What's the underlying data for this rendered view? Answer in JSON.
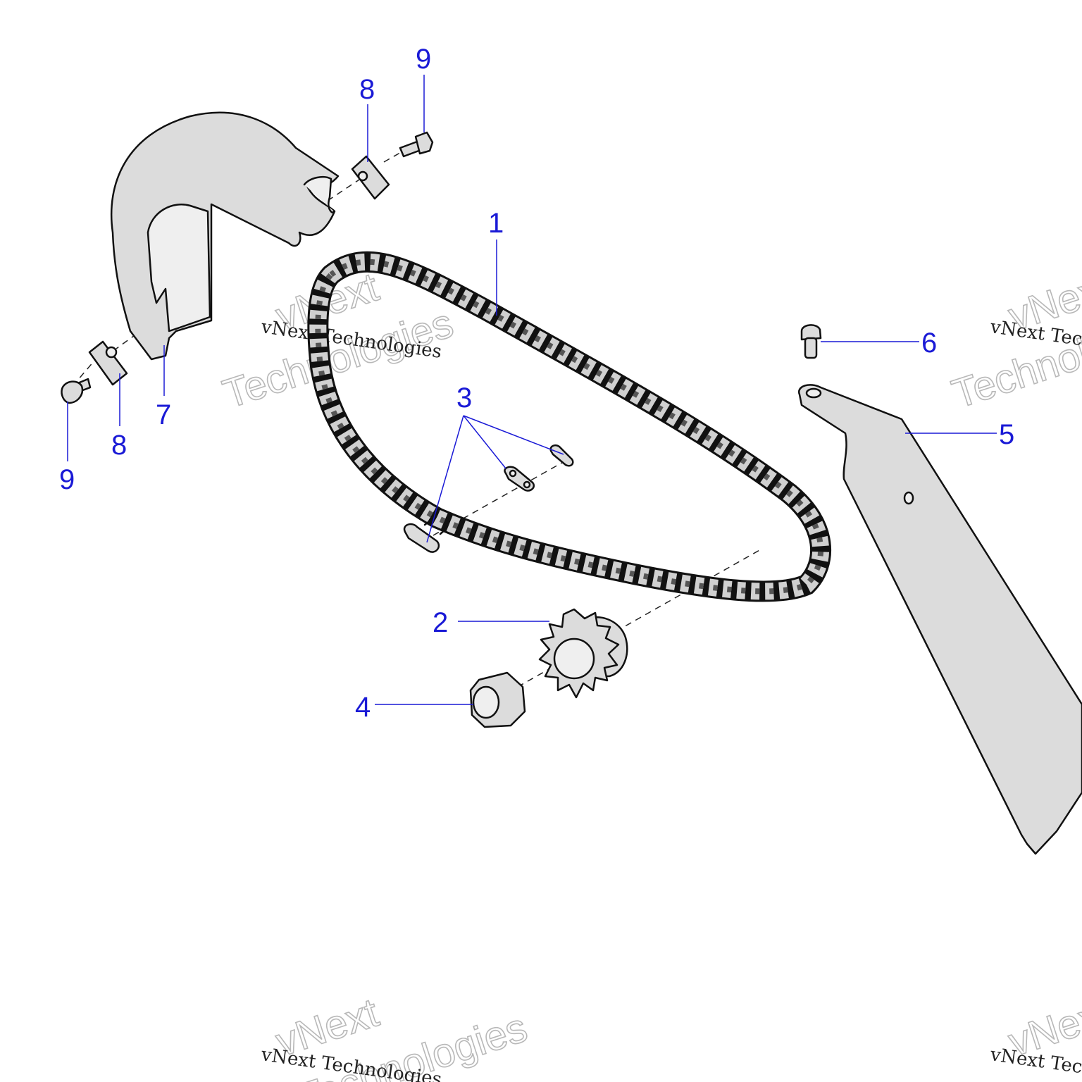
{
  "callouts": {
    "c1": "1",
    "c2": "2",
    "c3": "3",
    "c4": "4",
    "c5": "5",
    "c6": "6",
    "c7": "7",
    "c8a": "8",
    "c8b": "8",
    "c9a": "9",
    "c9b": "9"
  },
  "watermark": {
    "line": "vNext Technologies",
    "big_top": "vNext",
    "big_bottom": "Technologies"
  },
  "colors": {
    "callout": "#1a1ad6",
    "part_fill": "#dcdcdc",
    "outline": "#111111"
  }
}
